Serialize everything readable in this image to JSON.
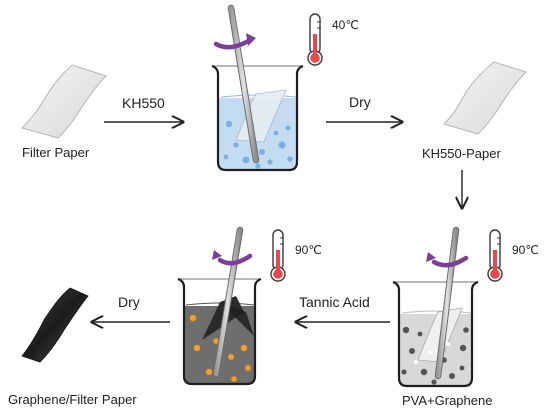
{
  "labels": {
    "filter_paper": "Filter Paper",
    "kh550_paper": "KH550-Paper",
    "pva_graphene": "PVA+Graphene",
    "graphene_filter_paper": "Graphene/Filter Paper"
  },
  "steps": {
    "kh550": "KH550",
    "dry_1": "Dry",
    "tannic_acid": "Tannic Acid",
    "dry_2": "Dry"
  },
  "temperatures": {
    "beaker_1": "40℃",
    "beaker_2": "90℃",
    "beaker_3": "90℃"
  },
  "icons": {
    "paper": "paper-sheet-icon",
    "beaker": "beaker-icon",
    "thermometer": "thermometer-icon",
    "stir": "stir-arrow-icon"
  },
  "colors": {
    "stir_arrow": "#7a3f96",
    "thermo_red": "#e8484d",
    "liquid_blue": "#b9d6ef",
    "liquid_gray": "#6e6e6e",
    "liquid_light": "#d8d8d8",
    "bubble_blue": "#6ea8e0",
    "particle_orange": "#e6a23a",
    "particle_dark": "#555555"
  }
}
